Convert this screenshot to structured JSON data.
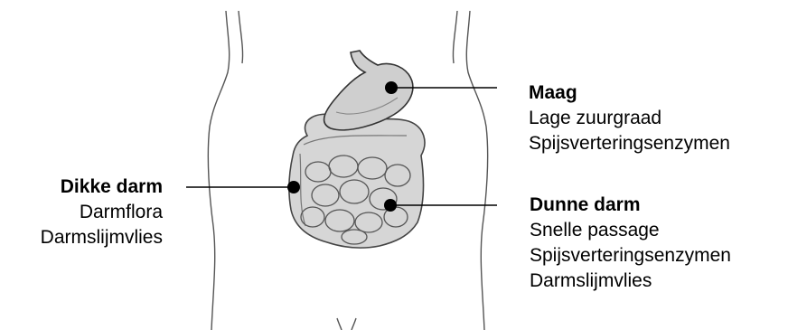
{
  "labels": {
    "large_intestine": {
      "title": "Dikke darm",
      "lines": [
        "Darmflora",
        "Darmslijmvlies"
      ]
    },
    "stomach": {
      "title": "Maag",
      "lines": [
        "Lage zuurgraad",
        "Spijsverteringsenzymen"
      ]
    },
    "small_intestine": {
      "title": "Dunne darm",
      "lines": [
        "Snelle passage",
        "Spijsverteringsenzymen",
        "Darmslijmvlies"
      ]
    }
  },
  "colors": {
    "organ_fill": "#d8d8d8",
    "organ_stroke": "#444444",
    "body_outline": "#555555",
    "leader_line": "#000000",
    "marker_dot": "#000000"
  }
}
